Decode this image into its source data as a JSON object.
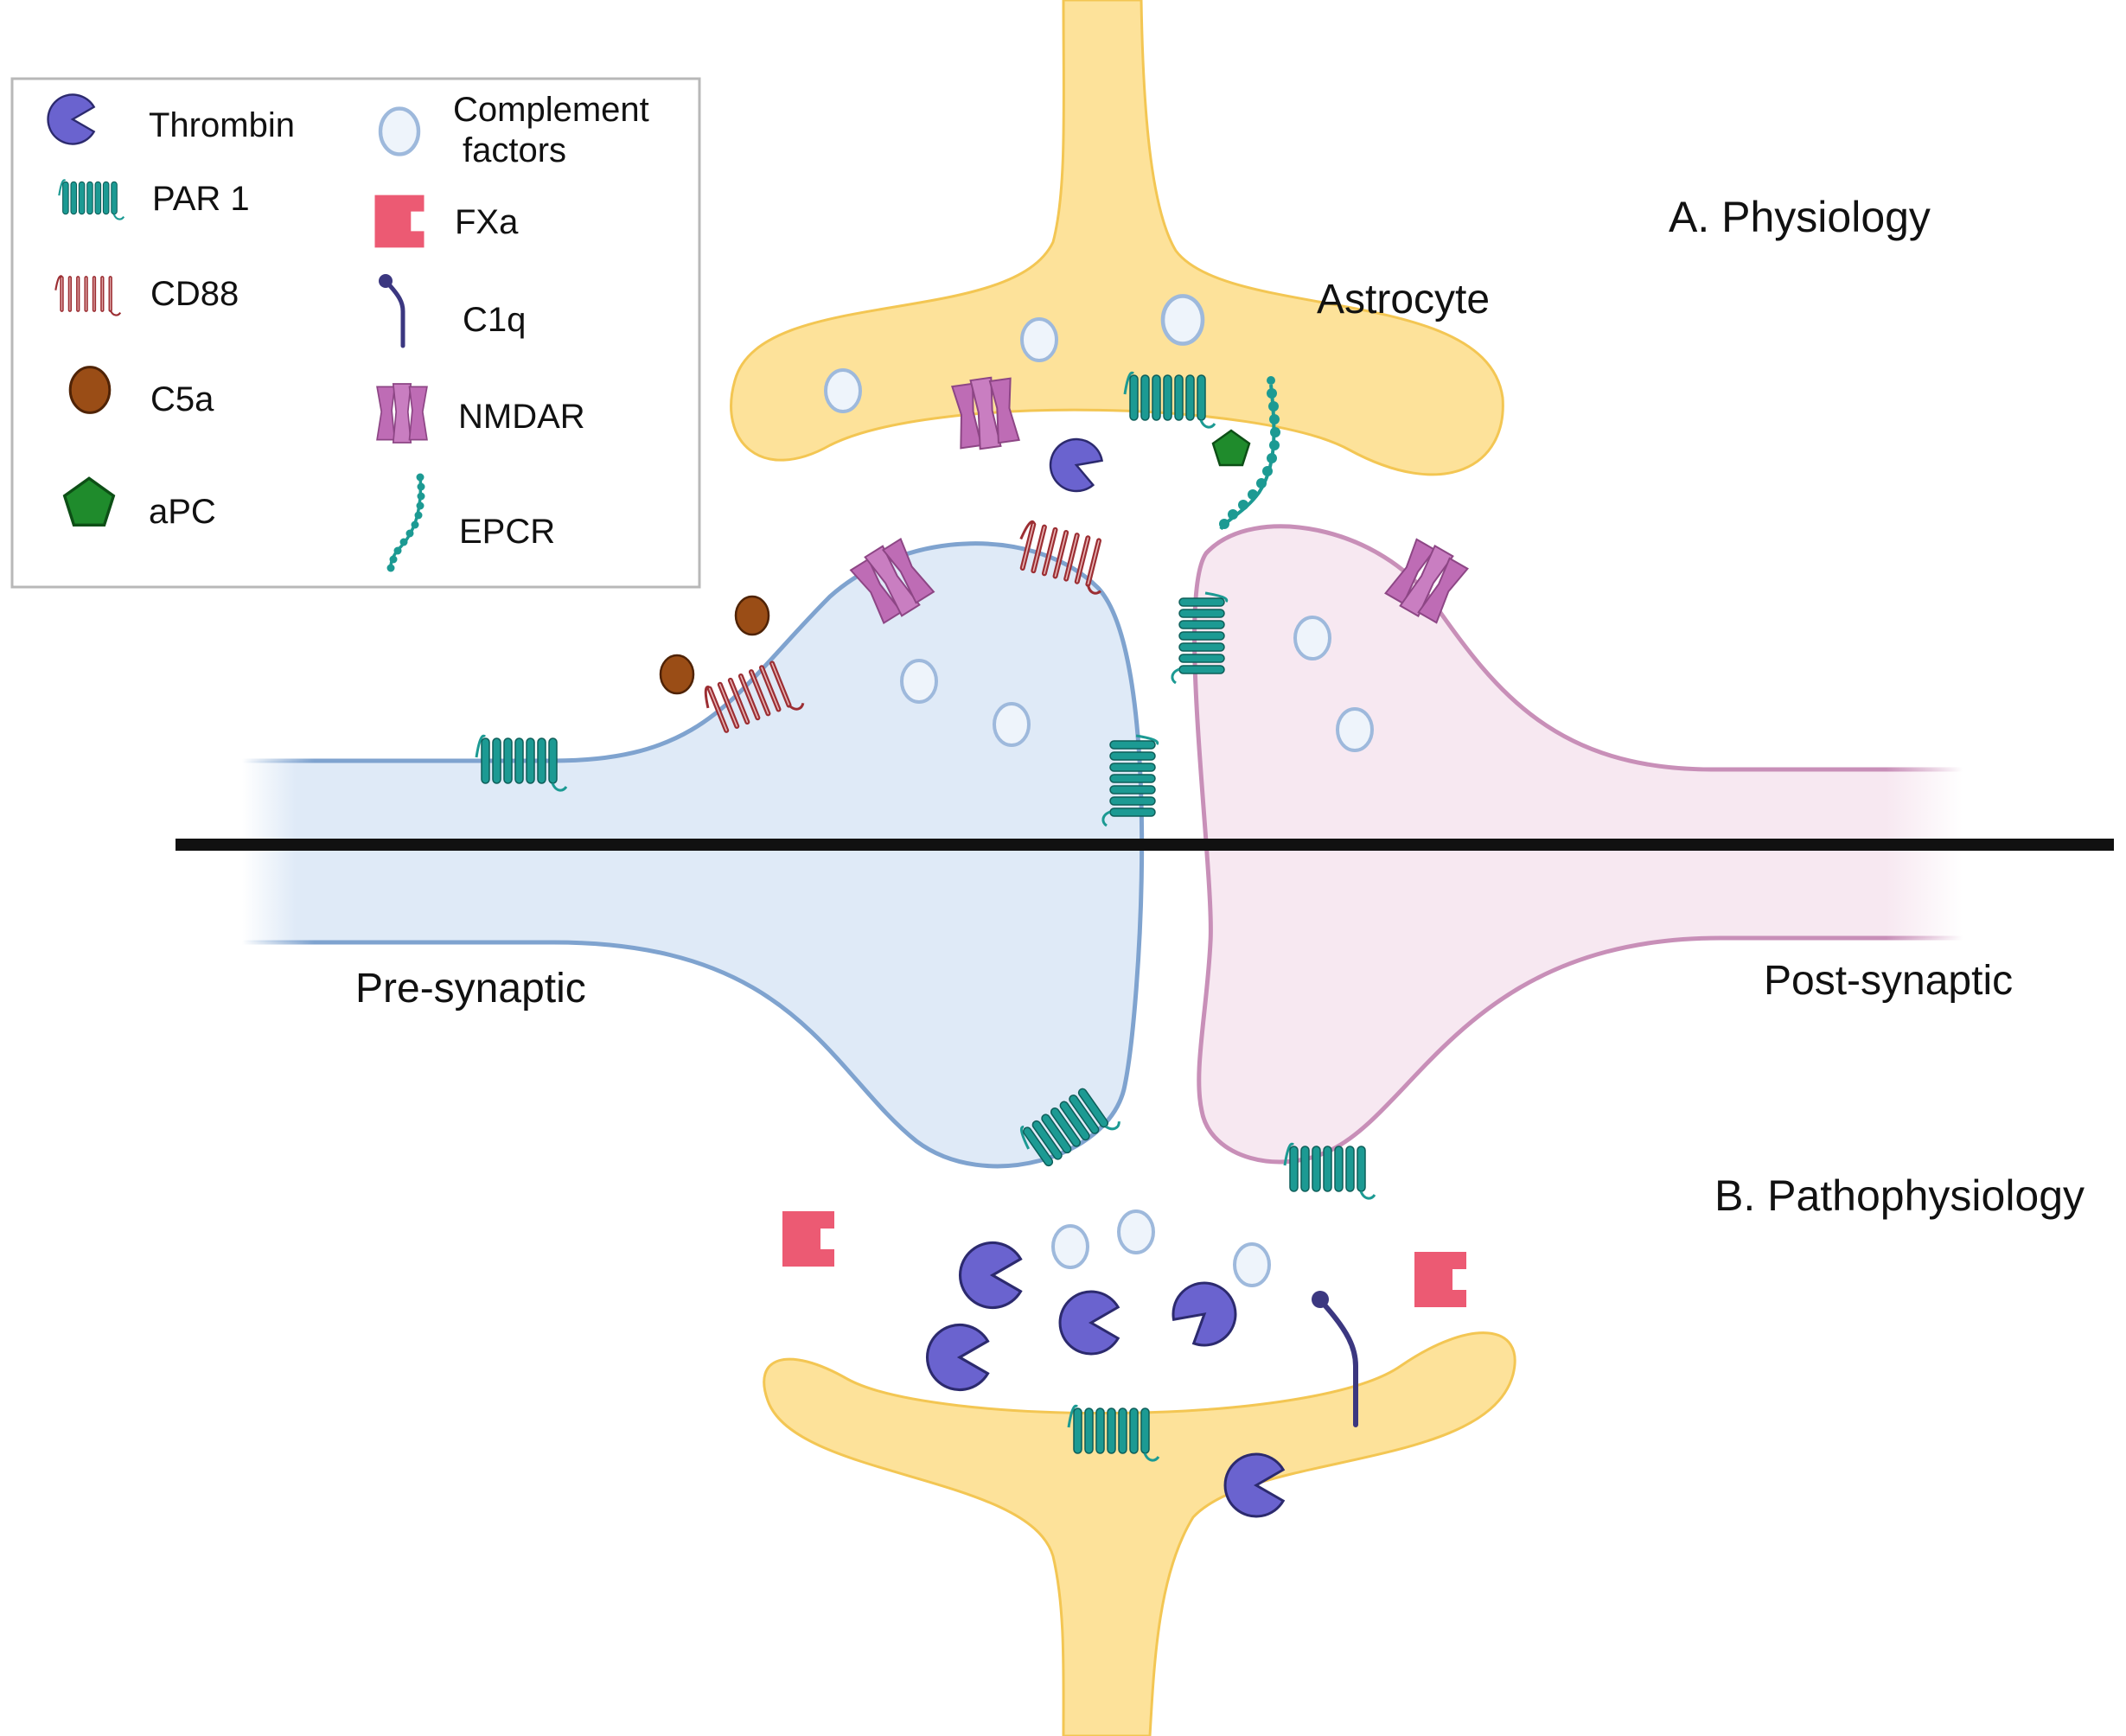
{
  "legend": {
    "items": [
      {
        "key": "thrombin",
        "label": "Thrombin",
        "icon": "thrombin-icon"
      },
      {
        "key": "par1",
        "label": "PAR 1",
        "icon": "par1-receptor-icon"
      },
      {
        "key": "cd88",
        "label": "CD88",
        "icon": "cd88-receptor-icon"
      },
      {
        "key": "c5a",
        "label": "C5a",
        "icon": "c5a-icon"
      },
      {
        "key": "apc",
        "label": "aPC",
        "icon": "apc-icon"
      },
      {
        "key": "complement",
        "label_line1": "Complement",
        "label_line2": "factors",
        "icon": "complement-factor-icon"
      },
      {
        "key": "fxa",
        "label": "FXa",
        "icon": "fxa-icon"
      },
      {
        "key": "c1q",
        "label": "C1q",
        "icon": "c1q-icon"
      },
      {
        "key": "nmdar",
        "label": "NMDAR",
        "icon": "nmdar-icon"
      },
      {
        "key": "epcr",
        "label": "EPCR",
        "icon": "epcr-icon"
      }
    ]
  },
  "labels": {
    "physiology": "A. Physiology",
    "astrocyte": "Astrocyte",
    "pre_synaptic": "Pre-synaptic",
    "post_synaptic": "Post-synaptic",
    "pathophysiology": "B. Pathophysiology"
  },
  "colors": {
    "astrocyte_fill": "#fde29a",
    "astrocyte_edge": "#f3c653",
    "pre_fill": "#dfeaf7",
    "pre_edge": "#7fa3cf",
    "post_fill": "#f7e8f1",
    "post_edge": "#c88fb8",
    "thrombin": "#6a63cf",
    "par1": "#1c9a93",
    "cd88": "#9c2e33",
    "c5a": "#9a4d16",
    "apc": "#1f8b2c",
    "complement_edge": "#9eb9dc",
    "complement_fill": "#eef4fb",
    "fxa": "#ec5a73",
    "c1q": "#3b3780",
    "nmdar": "#be6cb5",
    "divider": "#111111"
  }
}
